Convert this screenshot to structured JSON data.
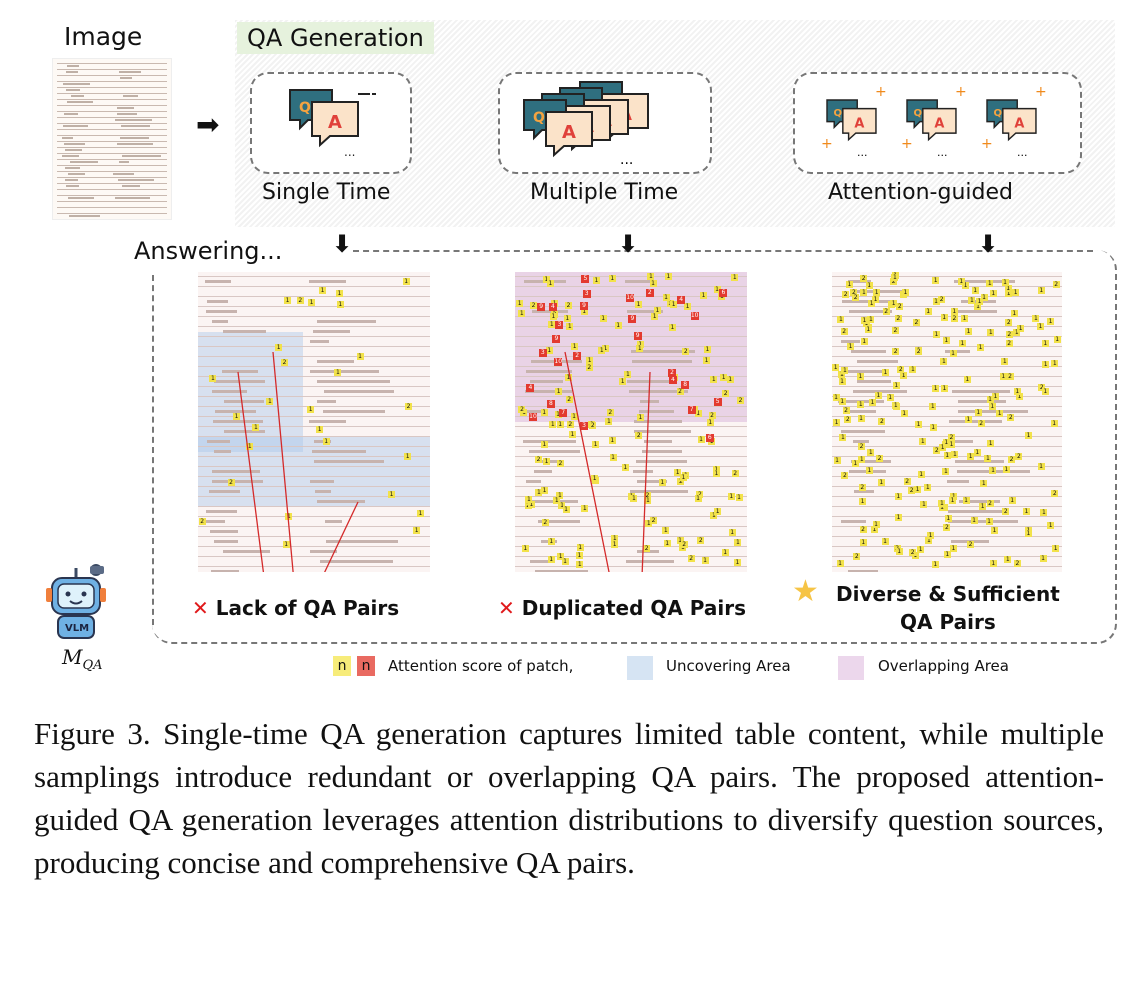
{
  "image_section": {
    "title": "Image"
  },
  "qa_generation": {
    "title": "QA Generation",
    "modes": [
      {
        "label": "Single Time",
        "icon": "qa-bubble-icon"
      },
      {
        "label": "Multiple Time",
        "icon": "qa-bubbles-stack-icon"
      },
      {
        "label": "Attention-guided",
        "icon": "qa-bubbles-sparkle-icon"
      }
    ],
    "bubble_letters": {
      "question": "Q",
      "answer": "A"
    }
  },
  "answering": {
    "label": "Answering...",
    "results": [
      {
        "marker": "✕",
        "text": "Lack of QA Pairs",
        "status": "bad"
      },
      {
        "marker": "✕",
        "text": "Duplicated QA Pairs",
        "status": "bad"
      },
      {
        "marker": "★",
        "text_line1": "Diverse & Sufficient",
        "text_line2": "QA Pairs",
        "status": "good"
      }
    ]
  },
  "model": {
    "badge": "VLM",
    "symbol": "M",
    "subscript": "QA"
  },
  "legend": {
    "patch_yellow": "n",
    "patch_red": "n",
    "attention_label": "Attention score of patch,",
    "uncovering_label": "Uncovering Area",
    "overlapping_label": "Overlapping Area"
  },
  "colors": {
    "attention_low": "#f2e24a",
    "attention_high": "#e33a2f",
    "uncovering": "#d6e4f3",
    "overlapping": "#ecd7ec",
    "cross": "#e0191b",
    "star": "#f6c445",
    "qa_header_bg": "#e6f2dd",
    "q_bubble": "#2f6f7f",
    "a_bubble": "#fbe3c9",
    "a_letter": "#e0413a"
  },
  "caption": {
    "text": "Figure 3. Single-time QA generation captures limited table content, while multiple samplings introduce redundant or overlapping QA pairs.  The proposed attention-guided QA generation leverages attention distributions to diversify question sources, producing concise and comprehensive QA pairs."
  }
}
